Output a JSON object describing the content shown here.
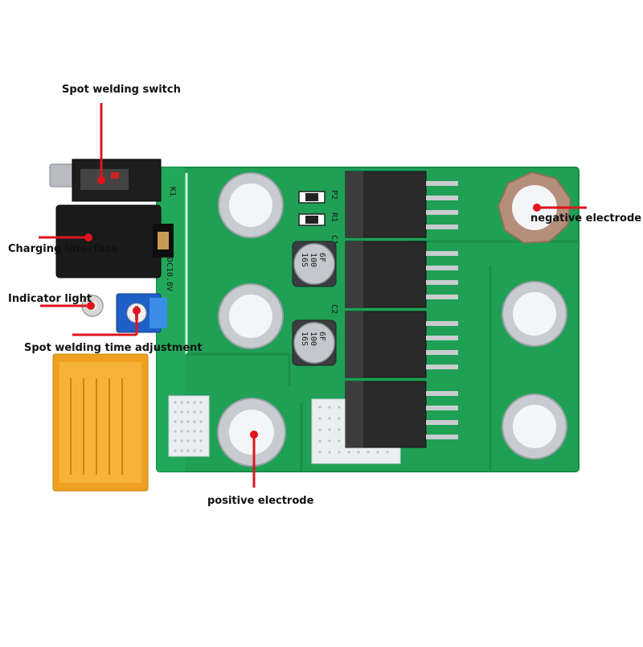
{
  "labels": {
    "spot_welding_switch": "Spot welding switch",
    "charging_interface": "Charging interface",
    "indicator_light": "Indicator light",
    "time_adjustment": "Spot welding time adjustment",
    "negative_electrode": "negative electrode",
    "positive_electrode": "positive electrode"
  },
  "silkscreen": {
    "k1": "K1",
    "dc_voltage": "DC10.8V",
    "p2": "P2",
    "r1": "R1",
    "c1": "C1",
    "c2": "C2"
  },
  "capacitors": [
    {
      "line1": "6F",
      "line2": "100",
      "line3": "16S"
    },
    {
      "line1": "6F",
      "line2": "100",
      "line3": "16S"
    }
  ],
  "colors": {
    "pcb_green": "#1fa055",
    "pcb_light": "#29b864",
    "callout_red": "#e0141e",
    "relay_orange": "#f0a020",
    "mosfet_black": "#2a2a2a"
  }
}
